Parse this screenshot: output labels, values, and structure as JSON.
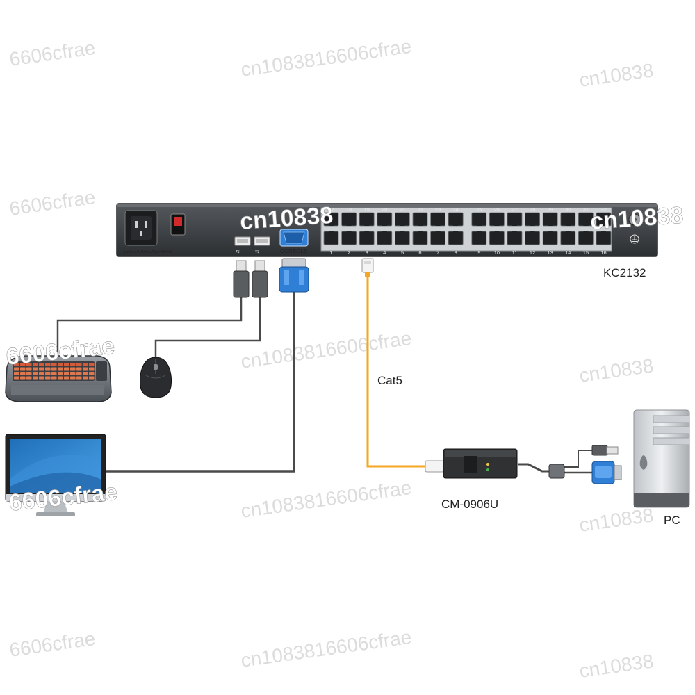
{
  "device": {
    "model": "KC2132",
    "power_rating": "100~240VAC/50~60Hz",
    "console_label": "CONSOLE",
    "top_port_numbers": [
      "17",
      "18",
      "19",
      "20",
      "21",
      "22",
      "23",
      "24",
      "25",
      "26",
      "27",
      "28",
      "29",
      "30",
      "31",
      "32"
    ],
    "bottom_port_numbers": [
      "1",
      "2",
      "3",
      "4",
      "5",
      "6",
      "7",
      "8",
      "9",
      "10",
      "11",
      "12",
      "13",
      "14",
      "15",
      "16"
    ]
  },
  "cable_label": "Cat5",
  "adapter_label": "CM-0906U",
  "pc_label": "PC",
  "colors": {
    "chassis": "#3a3d40",
    "cat5_cable": "#f5a623",
    "vga_blue": "#2f7fd6",
    "cable_dark": "#4a4a4a"
  },
  "watermarks": {
    "short": "6606cfrae",
    "long": "cn1083816606cfrae",
    "partial": "cn10838"
  }
}
